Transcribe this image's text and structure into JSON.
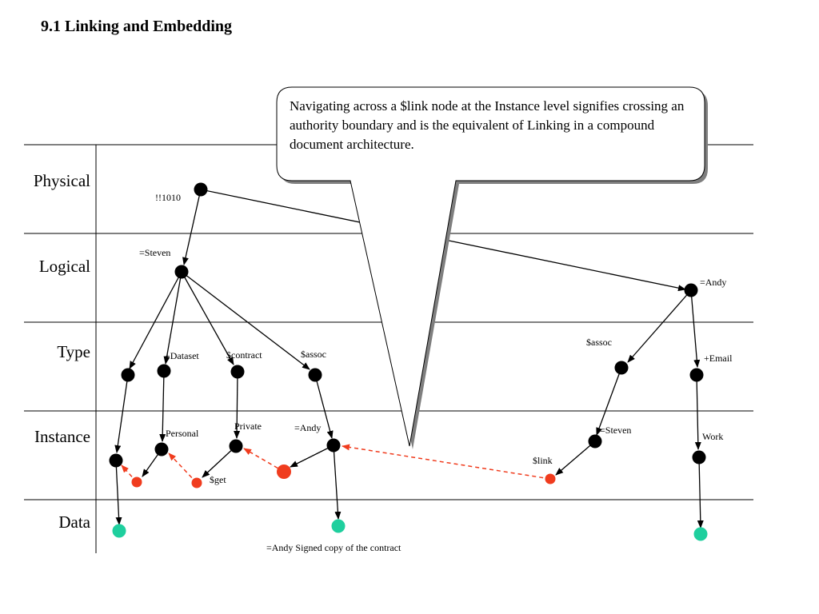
{
  "title": "9.1 Linking and Embedding",
  "callout": "Navigating across a $link node at the Instance level signifies crossing an authority boundary and is the equivalent of Linking in a compound document architecture.",
  "rows": [
    "Physical",
    "Logical",
    "Type",
    "Instance",
    "Data"
  ],
  "labels": {
    "n1010": "!!1010",
    "steven": "=Steven",
    "andy_logical": "=Andy",
    "dataset": "+Dataset",
    "contract": "$contract",
    "assoc_left": "$assoc",
    "assoc_right": "$assoc",
    "email": "+Email",
    "personal": "Personal",
    "private": "Private",
    "andy_instance": "=Andy",
    "steven_instance": "=Steven",
    "work": "Work",
    "get": "$get",
    "link": "$link",
    "data_caption": "=Andy Signed copy of the contract"
  },
  "colors": {
    "node": "#000000",
    "instance_ref": "#f03c1e",
    "data_node": "#1fcf9e",
    "dashed_link": "#f03c1e",
    "grid_line": "#000000"
  }
}
